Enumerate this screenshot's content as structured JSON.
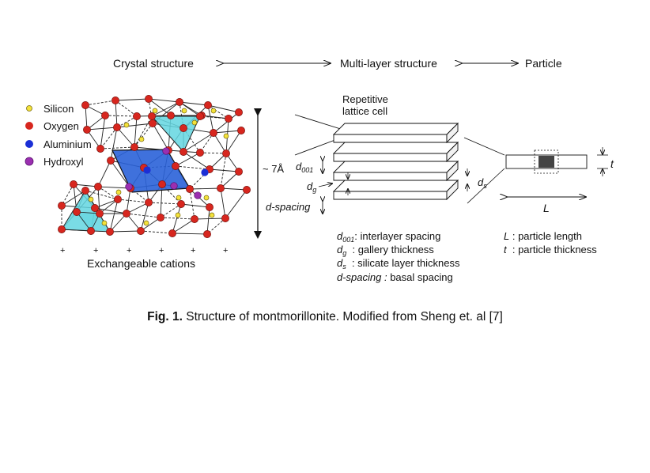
{
  "header": {
    "crystal": "Crystal structure",
    "multilayer": "Multi-layer structure",
    "particle": "Particle"
  },
  "legend": [
    {
      "label": "Silicon",
      "color": "#f3e23a"
    },
    {
      "label": "Oxygen",
      "color": "#d7261e"
    },
    {
      "label": "Aluminium",
      "color": "#1b2fd6"
    },
    {
      "label": "Hydroxyl",
      "color": "#9b2fb0"
    }
  ],
  "crystal": {
    "height_label": "~ 7Å",
    "cation_symbol": "+",
    "cations_label": "Exchangeable cations"
  },
  "multilayer": {
    "cell_label_line1": "Repetitive",
    "cell_label_line2": "lattice cell",
    "d001": "d",
    "d001_sub": "001",
    "dg": "d",
    "dg_sub": "g",
    "ds": "d",
    "ds_sub": "s",
    "dspacing": "d-spacing"
  },
  "particle": {
    "L": "L",
    "t": "t"
  },
  "definitions": {
    "d001_sym": "d",
    "d001_sub": "001",
    "d001_text": ": interlayer spacing",
    "dg_sym": "d",
    "dg_sub": "g",
    "dg_text": "  : gallery thickness",
    "ds_sym": "d",
    "ds_sub": "s",
    "ds_text": "  : silicate layer thickness",
    "dsp_sym": "d-spacing :",
    "dsp_text": " basal spacing",
    "L_sym": "L",
    "L_text": " : particle length",
    "t_sym": "t",
    "t_text": "  : particle thickness"
  },
  "caption": {
    "prefix": "Fig. 1.",
    "text": " Structure of montmorillonite. Modified from Sheng et. al [7]"
  },
  "colors": {
    "oxygen": "#d7261e",
    "silicon": "#f3e23a",
    "aluminium": "#1b2fd6",
    "hydroxyl": "#9b2fb0",
    "tetra": "#63d6e0",
    "octa": "#2a62d8"
  }
}
